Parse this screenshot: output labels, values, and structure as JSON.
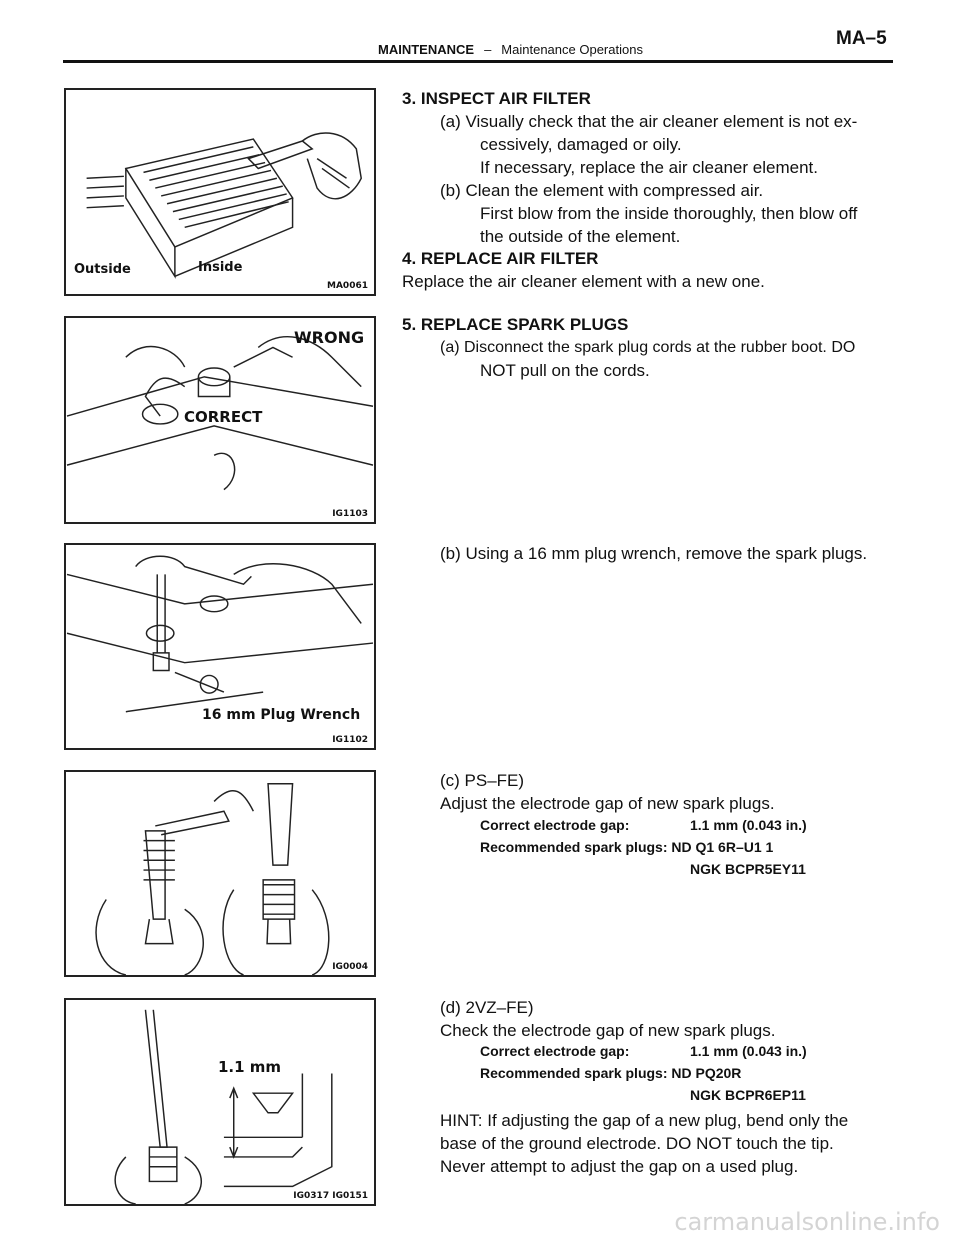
{
  "header": {
    "section": "MAINTENANCE",
    "dash": "–",
    "subsection": "Maintenance Operations",
    "page_number": "MA–5"
  },
  "figures": {
    "fig1": {
      "label_outside": "Outside",
      "label_inside": "Inside",
      "code": "MA0061"
    },
    "fig2": {
      "label_wrong": "WRONG",
      "label_correct": "CORRECT",
      "code": "IG1103"
    },
    "fig3": {
      "label_wrench": "16 mm Plug Wrench",
      "code": "IG1102"
    },
    "fig4": {
      "code": "IG0004"
    },
    "fig5": {
      "label_gap": "1.1 mm",
      "code": "IG0317 IG0151"
    }
  },
  "step3": {
    "title": "3. INSPECT AIR FILTER",
    "a1": "(a) Visually check that the air cleaner element is not ex-",
    "a2": "cessively, damaged or oily.",
    "a3": "If necessary, replace the air cleaner element.",
    "b1": "(b) Clean the element with compressed air.",
    "b2": "First blow from the inside thoroughly, then blow off",
    "b3": "the outside of the element."
  },
  "step4": {
    "title": "4. REPLACE AIR FILTER",
    "text": "Replace the air cleaner element with a new one."
  },
  "step5": {
    "title": "5. REPLACE SPARK PLUGS",
    "a1": "(a) Disconnect the spark plug cords at the rubber boot. DO",
    "a2": "NOT pull on the cords.",
    "b1": "(b) Using a 16 mm plug wrench, remove the spark plugs.",
    "c1": "(c) PS–FE)",
    "c2": "Adjust the electrode gap of new spark plugs.",
    "c_gap_label": "Correct electrode gap:",
    "c_gap_value": "1.1 mm (0.043 in.)",
    "c_rec_label": "Recommended spark plugs: ND Q1 6R–U1 1",
    "c_rec_ngk": "NGK BCPR5EY11",
    "d1": "(d) 2VZ–FE)",
    "d2": "Check the electrode gap of new spark plugs.",
    "d_gap_label": "Correct electrode gap:",
    "d_gap_value": "1.1 mm (0.043 in.)",
    "d_rec_label": "Recommended spark plugs: ND PQ20R",
    "d_rec_ngk": "NGK BCPR6EP11",
    "hint1": "HINT: If adjusting the gap of a new plug, bend only the",
    "hint2": "base of the ground electrode. DO NOT touch the tip.",
    "hint3": "Never attempt to adjust the gap on a used plug."
  },
  "watermark": "carmanualsonline.info"
}
